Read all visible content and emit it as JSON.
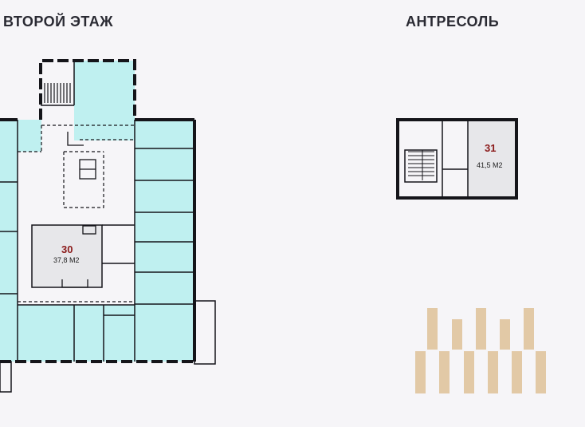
{
  "floors": {
    "second": {
      "title": "ВТОРОЙ ЭТАЖ"
    },
    "mezzanine": {
      "title": "АНТРЕСОЛЬ"
    }
  },
  "rooms": [
    {
      "number": "30",
      "area": "37,8 М2",
      "status": "selected"
    },
    {
      "number": "31",
      "area": "41,5 М2",
      "status": "selected"
    }
  ],
  "colors": {
    "office": "#bff0f0",
    "selected": "#e7e7ea",
    "wall": "#15151a",
    "accent": "#8b1a1a",
    "decor": "#e2c9a6",
    "background": "#f6f5f8"
  }
}
